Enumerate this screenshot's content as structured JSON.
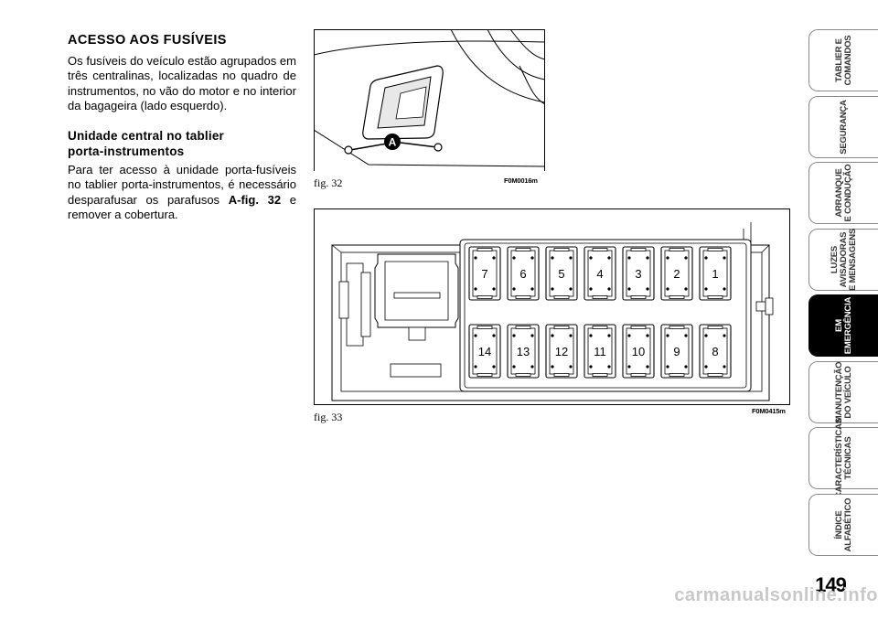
{
  "section": {
    "title": "ACESSO AOS FUSÍVEIS",
    "intro": "Os fusíveis do veículo estão agrupados em três centralinas, localizadas no quadro de instrumentos, no vão do motor e no interior da bagageira (lado esquerdo).",
    "subtitle_line1": "Unidade central no tablier",
    "subtitle_line2": "porta-instrumentos",
    "body_prefix": "Para ter acesso à unidade porta-fusíveis no tablier porta-instrumentos, é necessário desparafusar os parafusos ",
    "body_bold": "A-fig. 32",
    "body_suffix": " e remover a cobertura."
  },
  "figures": {
    "fig32": {
      "label": "fig. 32",
      "code": "F0M0016m",
      "callout": "A"
    },
    "fig33": {
      "label": "fig. 33",
      "code": "F0M0415m",
      "fuses_top": [
        "7",
        "6",
        "5",
        "4",
        "3",
        "2",
        "1"
      ],
      "fuses_bottom": [
        "14",
        "13",
        "12",
        "11",
        "10",
        "9",
        "8"
      ]
    }
  },
  "tabs": [
    {
      "line1": "TABLIER E",
      "line2": "COMANDOS",
      "line3": ""
    },
    {
      "line1": "SEGURANÇA",
      "line2": "",
      "line3": ""
    },
    {
      "line1": "ARRANQUE",
      "line2": "E CONDUÇÃO",
      "line3": ""
    },
    {
      "line1": "LUZES",
      "line2": "AVISADORAS",
      "line3": "E MENSAGENS"
    },
    {
      "line1": "EM",
      "line2": "EMERGÊNCIA",
      "line3": ""
    },
    {
      "line1": "MANUTENÇÃO",
      "line2": "DO VEÍCULO",
      "line3": ""
    },
    {
      "line1": "CARACTERÍSTICAS",
      "line2": "TÉCNICAS",
      "line3": ""
    },
    {
      "line1": "ÍNDICE",
      "line2": "ALFABÉTICO",
      "line3": ""
    }
  ],
  "page_number": "149",
  "watermark": "carmanualsonline.info"
}
